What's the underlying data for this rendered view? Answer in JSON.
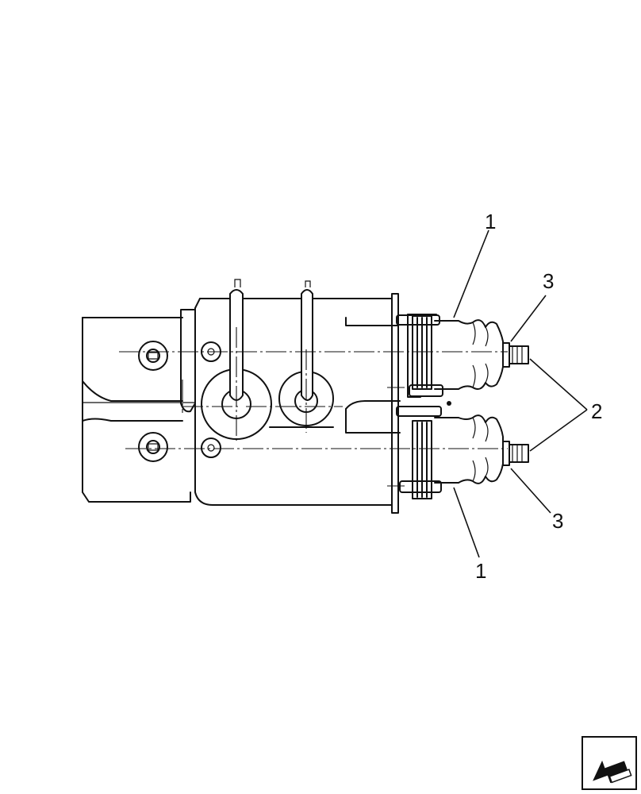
{
  "diagram": {
    "callouts": [
      {
        "id": "c1a",
        "label": "1"
      },
      {
        "id": "c3a",
        "label": "3"
      },
      {
        "id": "c2",
        "label": "2"
      },
      {
        "id": "c3b",
        "label": "3"
      },
      {
        "id": "c1b",
        "label": "1"
      }
    ],
    "nav_icon": "previous-page-arrow-icon"
  }
}
